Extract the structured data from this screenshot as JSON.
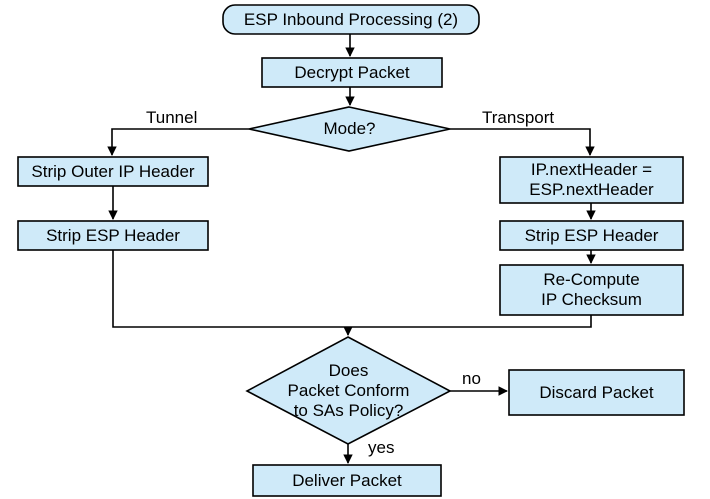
{
  "diagram": {
    "title": "ESP Inbound Processing (2)",
    "colors": {
      "node_fill": "#cfeaf9",
      "node_stroke": "#000000",
      "edge_stroke": "#000000",
      "text": "#000000",
      "background": "#ffffff"
    },
    "nodes": {
      "start": {
        "label": "ESP Inbound Processing (2)",
        "shape": "rounded-rect"
      },
      "decrypt": {
        "label": "Decrypt Packet",
        "shape": "rect"
      },
      "mode": {
        "label": "Mode?",
        "shape": "diamond"
      },
      "strip_outer_ip": {
        "label": "Strip Outer IP Header",
        "shape": "rect"
      },
      "strip_esp_tunnel": {
        "label": "Strip ESP Header",
        "shape": "rect"
      },
      "next_header": {
        "label": "IP.nextHeader =\nESP.nextHeader",
        "shape": "rect"
      },
      "strip_esp_transport": {
        "label": "Strip ESP Header",
        "shape": "rect"
      },
      "recompute_checksum": {
        "label": "Re-Compute\nIP Checksum",
        "shape": "rect"
      },
      "conform": {
        "label": "Does\nPacket Conform\nto SAs Policy?",
        "shape": "diamond"
      },
      "discard": {
        "label": "Discard Packet",
        "shape": "rect"
      },
      "deliver": {
        "label": "Deliver Packet",
        "shape": "rect"
      }
    },
    "edge_labels": {
      "tunnel": "Tunnel",
      "transport": "Transport",
      "no": "no",
      "yes": "yes"
    }
  }
}
